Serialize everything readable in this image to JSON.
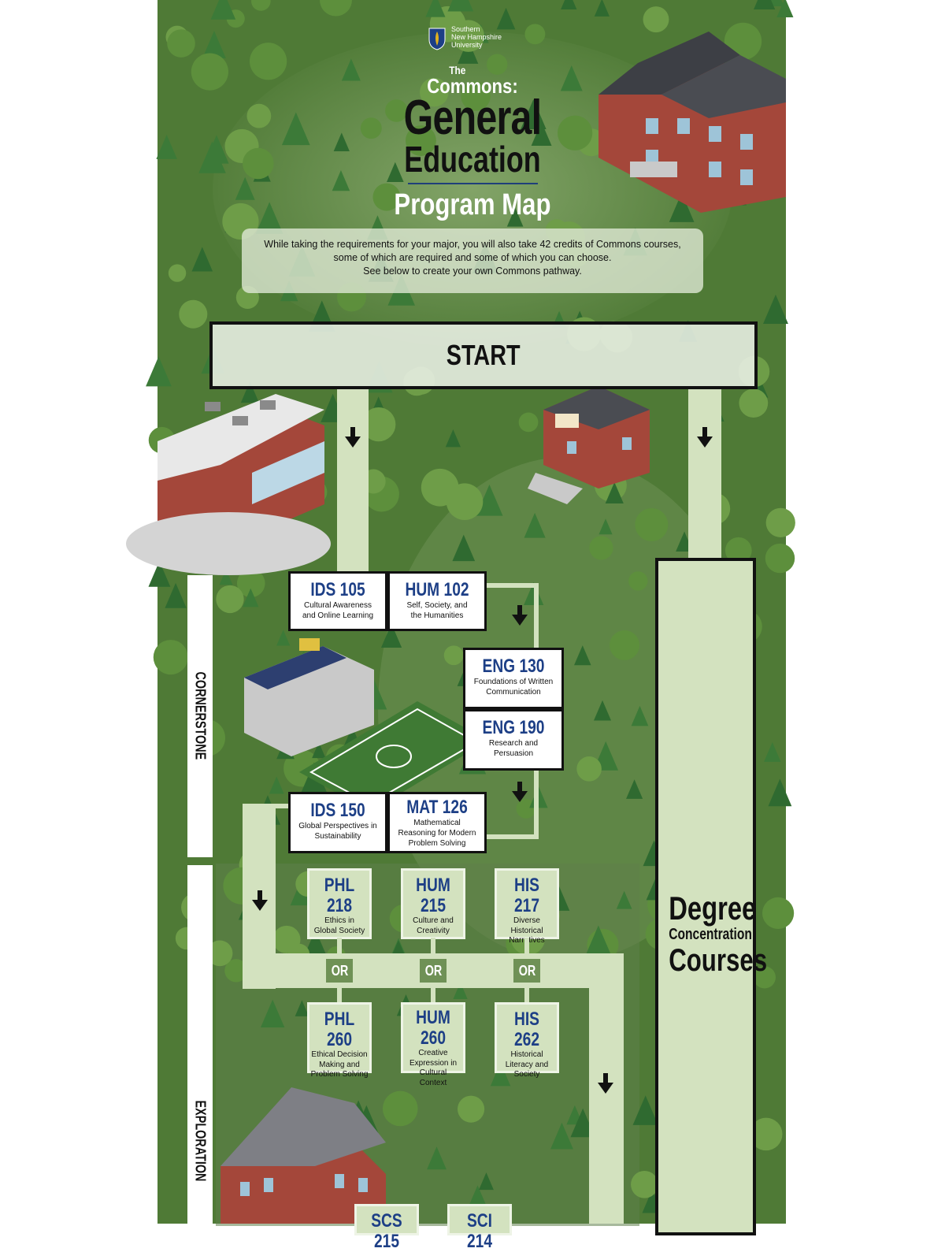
{
  "logo": {
    "line1": "Southern",
    "line2": "New Hampshire",
    "line3": "University"
  },
  "title": {
    "the": "The",
    "commons": "Commons:",
    "general": "General",
    "education": "Education",
    "program_map": "Program Map"
  },
  "intro": [
    "While taking the requirements for your major, you will also take 42 credits of Commons courses,",
    "some of which are required and some of which you can choose.",
    "See below to create your own Commons pathway."
  ],
  "start_label": "START",
  "sections": {
    "cornerstone": "CORNERSTONE",
    "exploration": "EXPLORATION"
  },
  "degree": {
    "line1": "Degree",
    "line2": "Concentration",
    "line3": "Courses"
  },
  "cornerstone_courses": [
    {
      "code": "IDS 105",
      "name": [
        "Cultural Awareness",
        "and Online Learning"
      ]
    },
    {
      "code": "HUM 102",
      "name": [
        "Self, Society, and",
        "the Humanities"
      ]
    },
    {
      "code": "ENG 130",
      "name": [
        "Foundations of Written",
        "Communication"
      ]
    },
    {
      "code": "ENG 190",
      "name": [
        "Research and",
        "Persuasion"
      ]
    },
    {
      "code": "IDS 150",
      "name": [
        "Global Perspectives in",
        "Sustainability"
      ]
    },
    {
      "code": "MAT 126",
      "name": [
        "Mathematical",
        "Reasoning for Modern",
        "Problem Solving"
      ]
    }
  ],
  "exploration_top": [
    {
      "code": "PHL 218",
      "name": [
        "Ethics in",
        "Global Society"
      ]
    },
    {
      "code": "HUM 215",
      "name": [
        "Culture and",
        "Creativity"
      ]
    },
    {
      "code": "HIS 217",
      "name": [
        "Diverse",
        "Historical",
        "Narratives"
      ]
    }
  ],
  "or_label": "OR",
  "exploration_bottom": [
    {
      "code": "PHL 260",
      "name": [
        "Ethical Decision",
        "Making and",
        "Problem Solving"
      ]
    },
    {
      "code": "HUM 260",
      "name": [
        "Creative",
        "Expression in",
        "Cultural",
        "Context"
      ]
    },
    {
      "code": "HIS 262",
      "name": [
        "Historical",
        "Literacy and",
        "Society"
      ]
    }
  ],
  "exploration_next": [
    {
      "code": "SCS 215"
    },
    {
      "code": "SCI 214"
    }
  ],
  "colors": {
    "forest": "#4f7a36",
    "path": "#d3e2bf",
    "course_code": "#1d3f86",
    "brick": "#a4473a"
  }
}
